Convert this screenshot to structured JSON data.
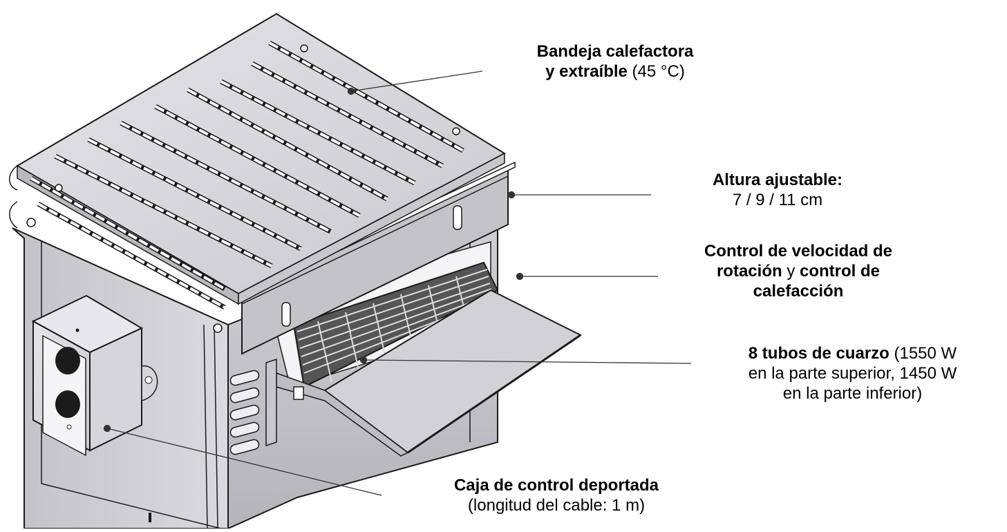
{
  "callouts": {
    "tray": {
      "line1_bold": "Bandeja calefactora",
      "line2_bold": "y extraíble",
      "line2_rest": " (45 °C)"
    },
    "height": {
      "line1_bold": "Altura ajustable:",
      "line2": "7 / 9 / 11 cm"
    },
    "control": {
      "line1_bold": "Control de velocidad de",
      "line2_bold_a": "rotación",
      "line2_mid": " y ",
      "line2_bold_b": "control de",
      "line3_bold": "calefacción"
    },
    "tubes": {
      "line1_bold": "8 tubos de cuarzo",
      "line1_rest": " (1550 W",
      "line2": "en la parte superior, 1450 W",
      "line3": "en la parte inferior)"
    },
    "box": {
      "line1_bold": "Caja de control deportada",
      "line2": "(longitud del cable: 1 m)"
    }
  },
  "colors": {
    "steel_light": "#dcdcde",
    "steel_mid": "#c4c4c8",
    "steel_dark": "#9a9aa0",
    "outline": "#1a1a1a",
    "knob": "#1b1b1b",
    "leader": "#333333"
  }
}
